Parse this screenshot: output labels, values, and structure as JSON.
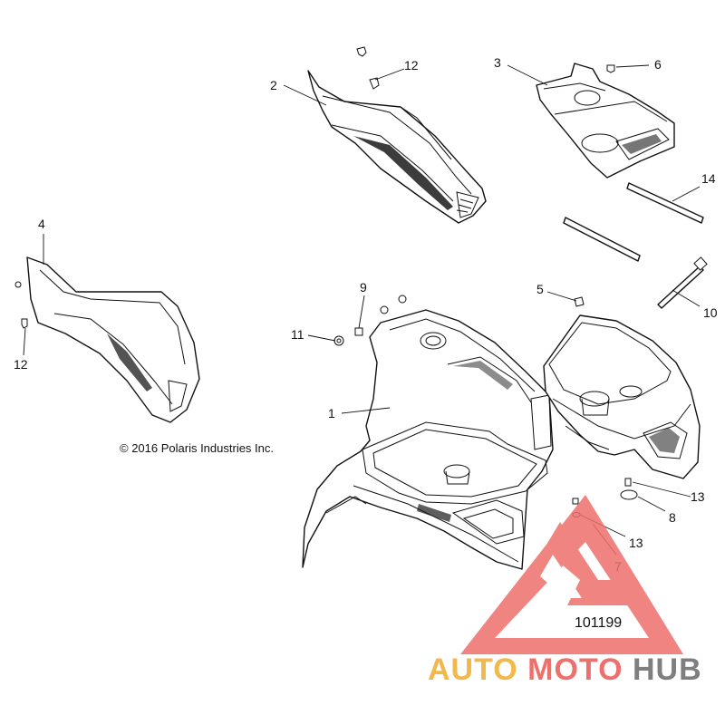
{
  "diagram": {
    "copyright": "© 2016 Polaris Industries Inc.",
    "figure_number": "101199",
    "callouts": {
      "c1": "1",
      "c2": "2",
      "c3": "3",
      "c4": "4",
      "c5": "5",
      "c6": "6",
      "c7": "7",
      "c8": "8",
      "c9": "9",
      "c10": "10",
      "c11": "11",
      "c12a": "12",
      "c12b": "12",
      "c13a": "13",
      "c13b": "13",
      "c14": "14"
    }
  },
  "watermark": {
    "brand_part1": "AUTO",
    "brand_part2": "MOTO",
    "brand_part3": "HUB",
    "colors": {
      "orange": "#f2b84a",
      "red": "#ee6f6b",
      "gray": "#7f7f7f"
    }
  }
}
